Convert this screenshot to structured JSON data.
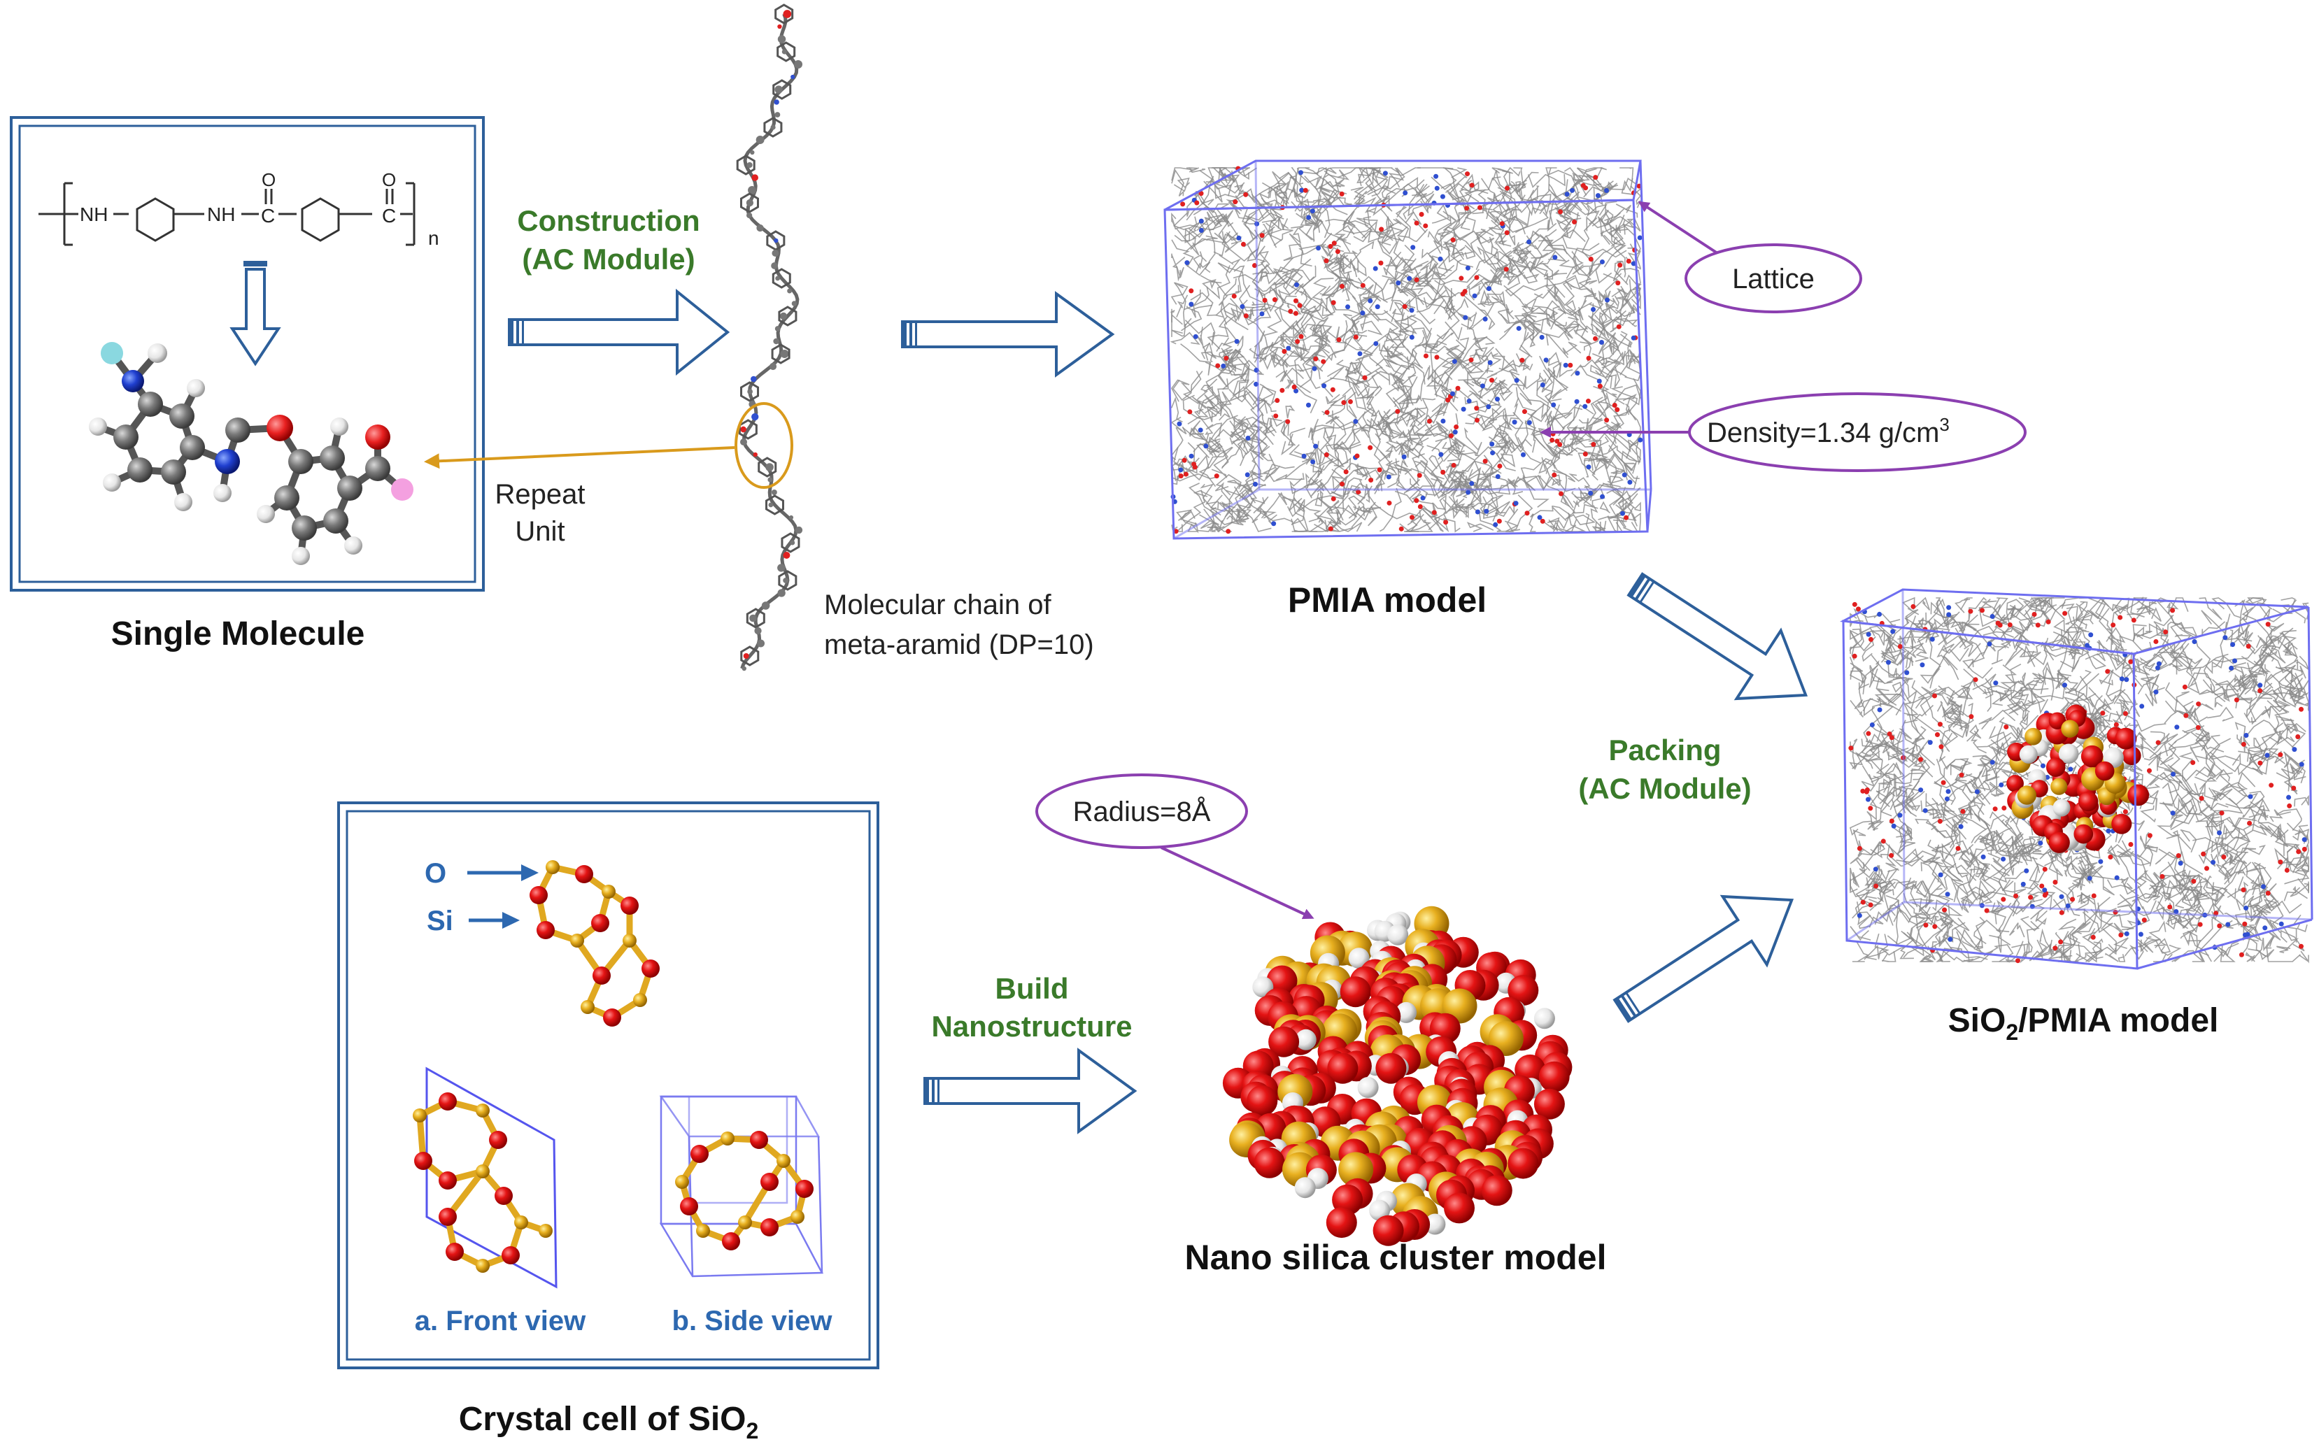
{
  "colors": {
    "arrow_blue": "#2d5f9a",
    "callout_purple": "#8b3fb0",
    "repeat_orange": "#d99a1c",
    "green_text": "#3a7a2a",
    "blue_text": "#2d68b0",
    "lattice_line": "#6e6ef0",
    "oxygen": "#e01010",
    "silicon": "#e8b020",
    "hydrogen": "#f2f2f2"
  },
  "single_molecule": {
    "title": "Single Molecule",
    "formula_nh": "NH",
    "formula_nh2": "NH",
    "formula_c1": "C",
    "formula_c2": "C",
    "formula_o1": "O",
    "formula_o2": "O",
    "formula_n": "n"
  },
  "construction": {
    "line1": "Construction",
    "line2": "(AC Module)"
  },
  "repeat_unit": {
    "line1": "Repeat",
    "line2": "Unit"
  },
  "molecular_chain": {
    "line1": "Molecular chain of",
    "line2": "meta-aramid  (DP=10)"
  },
  "pmia_model": {
    "title": "PMIA model",
    "lattice_label": "Lattice",
    "density_label": "Density=1.34 g/cm",
    "density_sup": "3"
  },
  "packing": {
    "line1": "Packing",
    "line2": "(AC Module)"
  },
  "composite": {
    "title_a": "SiO",
    "title_sub": "2",
    "title_b": "/PMIA model"
  },
  "crystal_cell": {
    "title_a": "Crystal cell  of SiO",
    "title_sub": "2",
    "o_label": "O",
    "si_label": "Si",
    "front_view": "a. Front view",
    "side_view": "b.  Side view"
  },
  "build": {
    "line1": "Build",
    "line2": "Nanostructure"
  },
  "nano_cluster": {
    "title": "Nano silica  cluster model",
    "radius_label": "Radius=8Å"
  }
}
